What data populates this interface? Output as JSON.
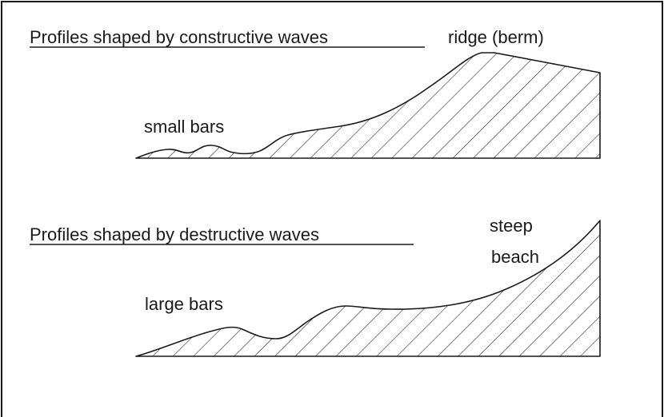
{
  "constructive": {
    "heading": "Profiles shaped by constructive waves",
    "ridge_label": "ridge (berm)",
    "bars_label": "small bars"
  },
  "destructive": {
    "heading": "Profiles shaped by destructive waves",
    "beach_label_line1": "steep",
    "beach_label_line2": "beach",
    "bars_label": "large bars"
  }
}
